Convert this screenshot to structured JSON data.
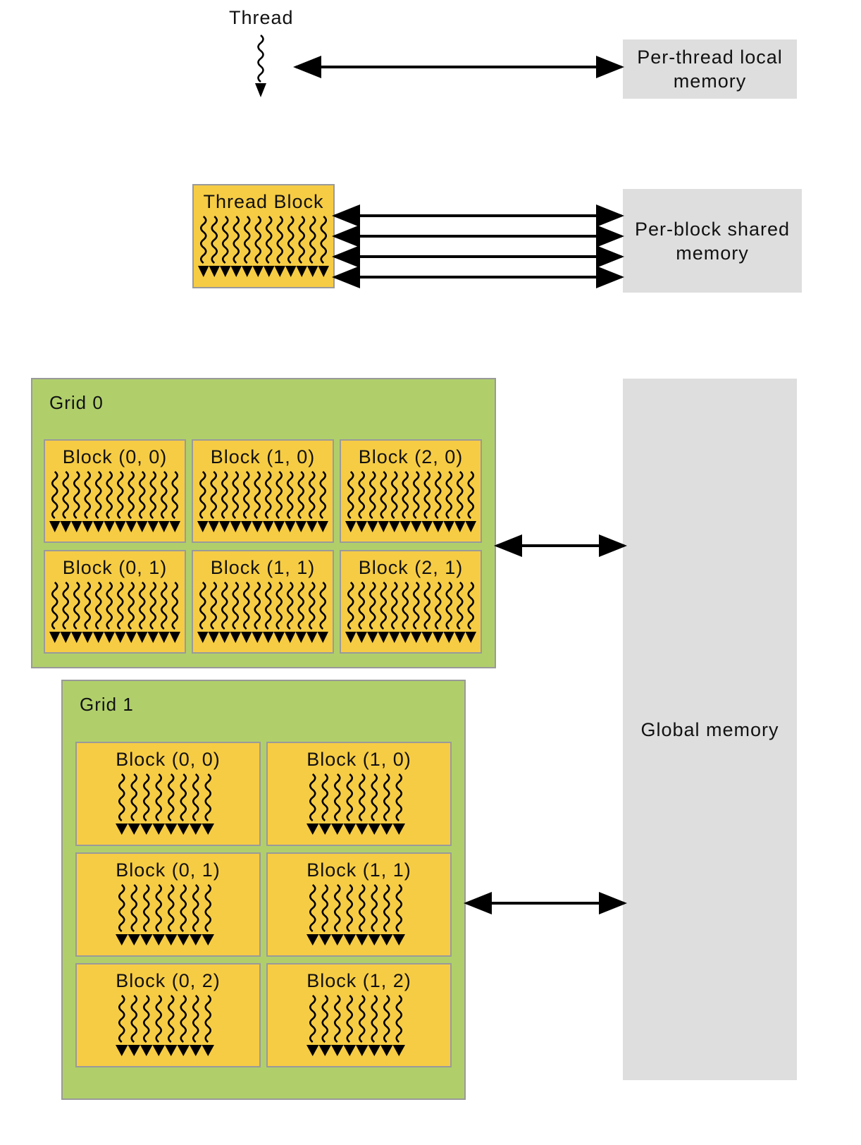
{
  "thread": {
    "label": "Thread"
  },
  "thread_block": {
    "label": "Thread Block",
    "thread_count": 12
  },
  "memory": {
    "local": "Per-thread local\nmemory",
    "shared": "Per-block shared\nmemory",
    "global": "Global memory"
  },
  "grids": [
    {
      "label": "Grid 0",
      "threads_per_block": 12,
      "blocks": [
        "Block (0, 0)",
        "Block (1, 0)",
        "Block (2, 0)",
        "Block (0, 1)",
        "Block (1, 1)",
        "Block (2, 1)"
      ]
    },
    {
      "label": "Grid 1",
      "threads_per_block": 8,
      "blocks": [
        "Block (0, 0)",
        "Block (1, 0)",
        "Block (0, 1)",
        "Block (1, 1)",
        "Block (0, 2)",
        "Block (1, 2)"
      ]
    }
  ],
  "colors": {
    "block": "#f6cc44",
    "grid": "#b0cf6b",
    "memory": "#dedede",
    "border": "#999999"
  }
}
